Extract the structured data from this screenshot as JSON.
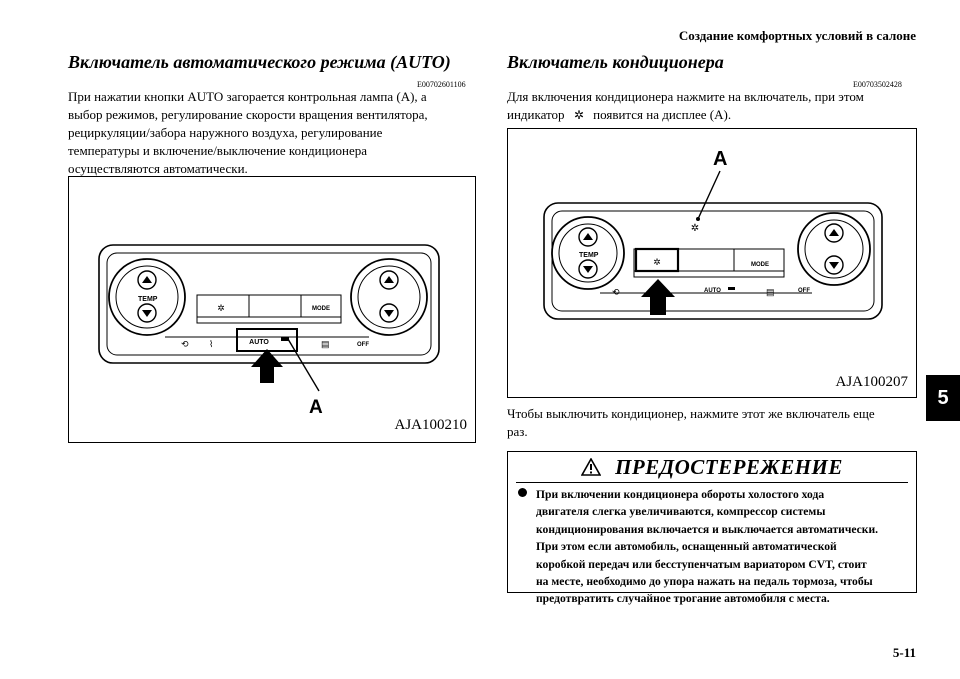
{
  "header": {
    "title": "Создание комфортных условий в салоне"
  },
  "left": {
    "title": "Включатель автоматического режима (AUTO)",
    "code": "E00702601106",
    "text": [
      "При нажатии кнопки AUTO загорается контрольная лампа (A), а",
      "выбор режимов, регулирование скорости вращения вентилятора,",
      "рециркуляции/забора наружного воздуха, регулирование",
      "температуры и включение/выключение кондиционера",
      "осуществляются автоматически."
    ],
    "figure": {
      "label_a": "A",
      "code": "AJA100210",
      "temp": "TEMP",
      "mode": "MODE",
      "auto": "AUTO",
      "off": "OFF"
    }
  },
  "right": {
    "title": "Включатель кондиционера",
    "code": "E00703502428",
    "text_line1": "Для включения кондиционера нажмите на включатель, при этом",
    "text_line2_a": "индикатор",
    "text_line2_b": "появится на дисплее (A).",
    "figure": {
      "label_a": "A",
      "code": "AJA100207",
      "temp": "TEMP",
      "mode": "MODE",
      "auto": "AUTO",
      "off": "OFF"
    },
    "after_text": [
      "Чтобы выключить кондиционер, нажмите этот же включатель еще",
      "раз."
    ]
  },
  "warning": {
    "title": "ПРЕДОСТЕРЕЖЕНИЕ",
    "lines": [
      "При включении кондиционера обороты холостого хода",
      "двигателя слегка увеличиваются, компрессор системы",
      "кондиционирования включается и выключается автоматически.",
      "При этом если автомобиль, оснащенный автоматической",
      "коробкой передач или бесступенчатым вариатором CVT, стоит",
      "на месте, необходимо до упора нажать на педаль тормоза, чтобы",
      "предотвратить случайное трогание автомобиля с места."
    ]
  },
  "page": {
    "number": "5-11",
    "chapter": "5"
  }
}
